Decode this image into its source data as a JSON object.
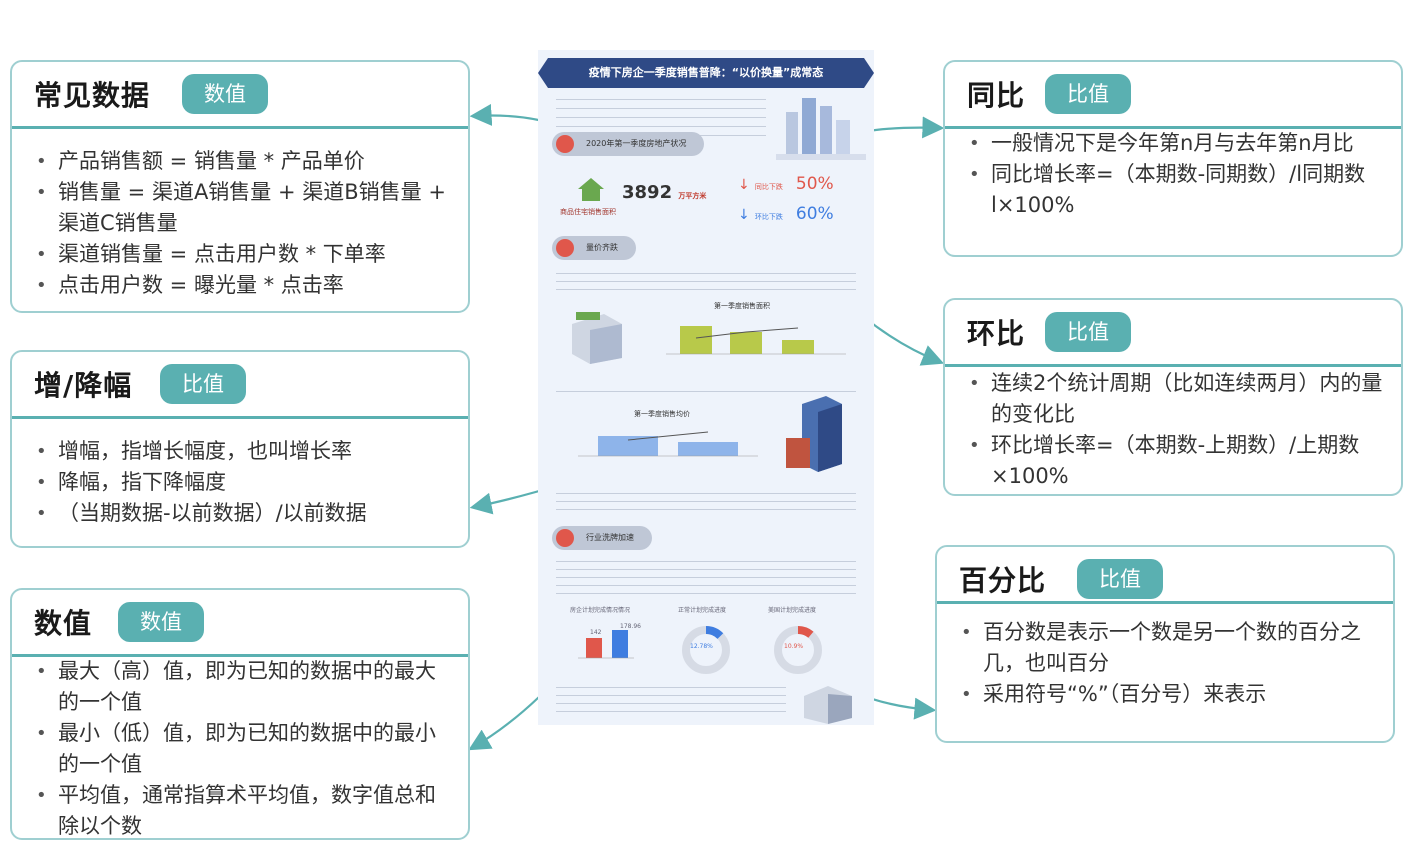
{
  "cards": {
    "common": {
      "title": "常见数据",
      "tag": "数值",
      "items": [
        "产品销售额 = 销售量 * 产品单价",
        "销售量 = 渠道A销售量 + 渠道B销售量 + 渠道C销售量",
        "渠道销售量 = 点击用户数 * 下单率",
        "点击用户数 = 曝光量 * 点击率"
      ]
    },
    "increase": {
      "title": "增/降幅",
      "tag": "比值",
      "items": [
        "增幅，指增长幅度，也叫增长率",
        "降幅，指下降幅度",
        "（当期数据-以前数据）/以前数据"
      ]
    },
    "value": {
      "title": "数值",
      "tag": "数值",
      "items": [
        "最大（高）值，即为已知的数据中的最大的一个值",
        "最小（低）值，即为已知的数据中的最小的一个值",
        "平均值，通常指算术平均值，数字值总和除以个数"
      ]
    },
    "yoy": {
      "title": "同比",
      "tag": "比值",
      "items": [
        "一般情况下是今年第n月与去年第n月比",
        "同比增长率=（本期数-同期数）/l同期数l×100%"
      ]
    },
    "mom": {
      "title": "环比",
      "tag": "比值",
      "items": [
        "连续2个统计周期（比如连续两月）内的量的变化比",
        "环比增长率=（本期数-上期数）/上期数×100%"
      ]
    },
    "percent": {
      "title": "百分比",
      "tag": "比值",
      "items": [
        "百分数是表示一个数是另一个数的百分之几，也叫百分",
        "采用符号“%”（百分号）来表示"
      ]
    }
  },
  "infographic": {
    "title": "疫情下房企一季度销售普降：“以价换量”成常态",
    "section1": "2020年第一季度房地产状况",
    "area_value": "3892",
    "area_unit": "万平方米",
    "area_label": "商品住宅销售面积",
    "yoy_label": "同比下跌",
    "yoy_value": "50%",
    "mom_label": "环比下跌",
    "mom_value": "60%",
    "section2": "量价齐跌",
    "chart1_title": "第一季度销售面积",
    "chart2_title": "第一季度销售均价",
    "section3": "行业洗牌加速",
    "mini1_title": "房企计划完成情况情况",
    "mini2_title": "正常计划完成进度",
    "mini3_title": "美国计划完成进度",
    "mini1_values": [
      "142",
      "178.96"
    ],
    "donut1": "12.78%",
    "donut2": "10.9%"
  },
  "colors": {
    "accent": "#5ab0b1",
    "border": "#9fcfd1",
    "red": "#e0574b",
    "blue": "#3f7de0",
    "navy": "#2f4a86"
  }
}
